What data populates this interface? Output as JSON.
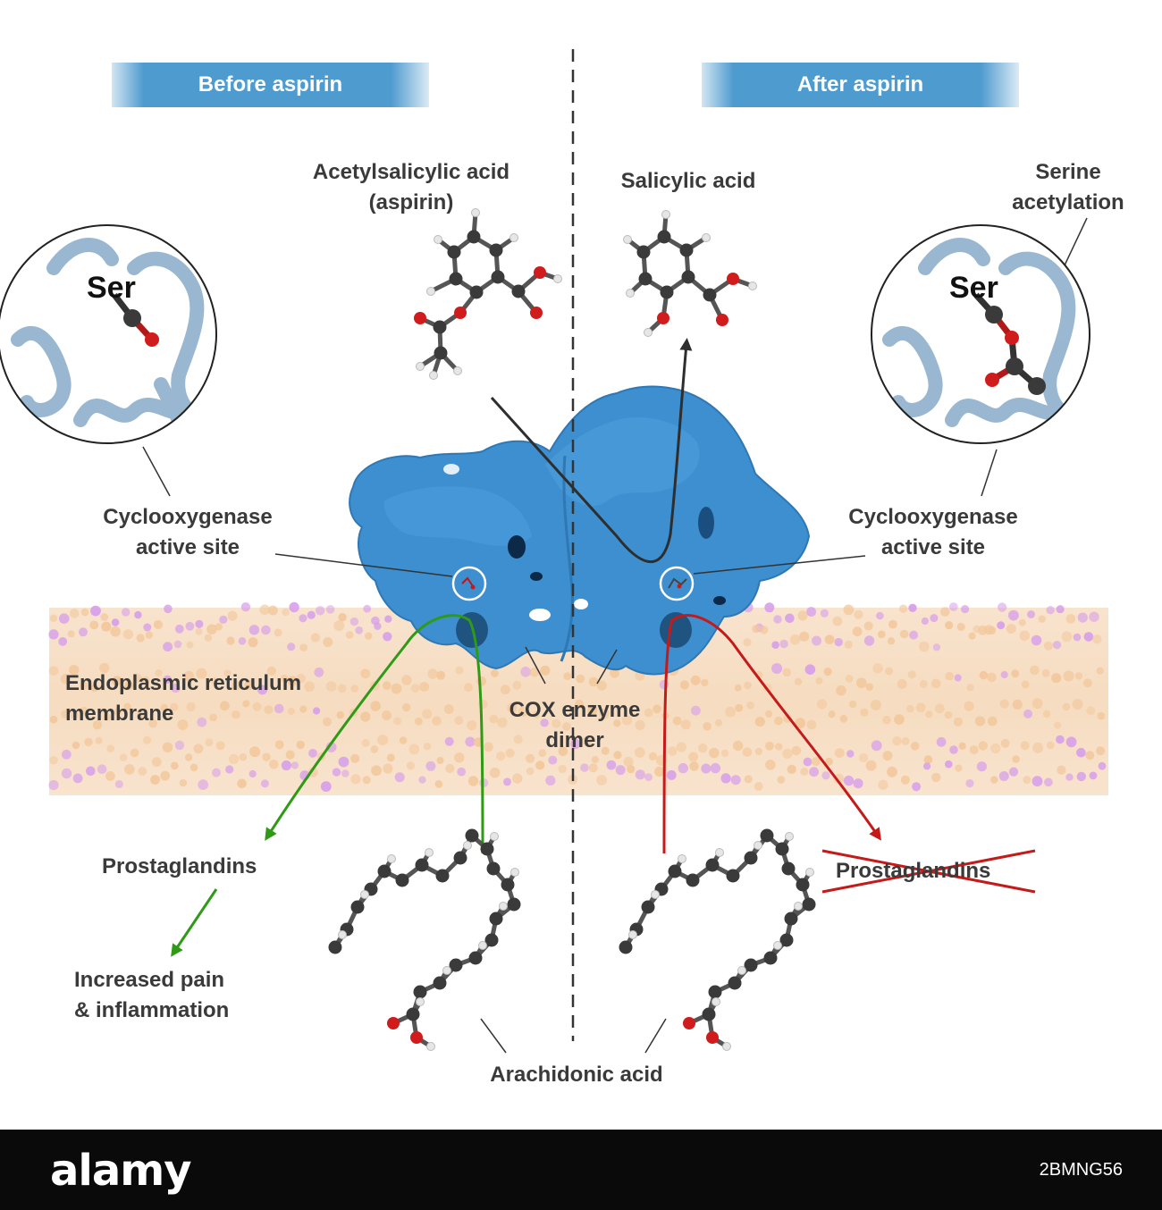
{
  "headers": {
    "before": "Before aspirin",
    "after": "After aspirin"
  },
  "labels": {
    "aspirin_line1": "Acetylsalicylic acid",
    "aspirin_line2": "(aspirin)",
    "salicylic": "Salicylic acid",
    "serine_line1": "Serine",
    "serine_line2": "acetylation",
    "ser": "Ser",
    "active_site_line1": "Cyclooxygenase",
    "active_site_line2": "active site",
    "membrane_line1": "Endoplasmic reticulum",
    "membrane_line2": "membrane",
    "cox_line1": "COX enzyme",
    "cox_line2": "dimer",
    "prostaglandins": "Prostaglandins",
    "pain_line1": "Increased pain",
    "pain_line2": "& inflammation",
    "arachidonic": "Arachidonic acid"
  },
  "footer": {
    "logo": "alamy",
    "image_id": "2BMNG56"
  },
  "colors": {
    "header_blue": "#4e9bcf",
    "protein_blue": "#3d8fd0",
    "membrane_orange": "#f2c89c",
    "membrane_purple": "#d7a0ea",
    "arrow_green": "#2f9a16",
    "arrow_red": "#c41a1a",
    "arrow_dark": "#2e2e2e",
    "carbon": "#3a3a3a",
    "oxygen": "#d01c1c",
    "hydrogen": "#e6e6e6"
  }
}
